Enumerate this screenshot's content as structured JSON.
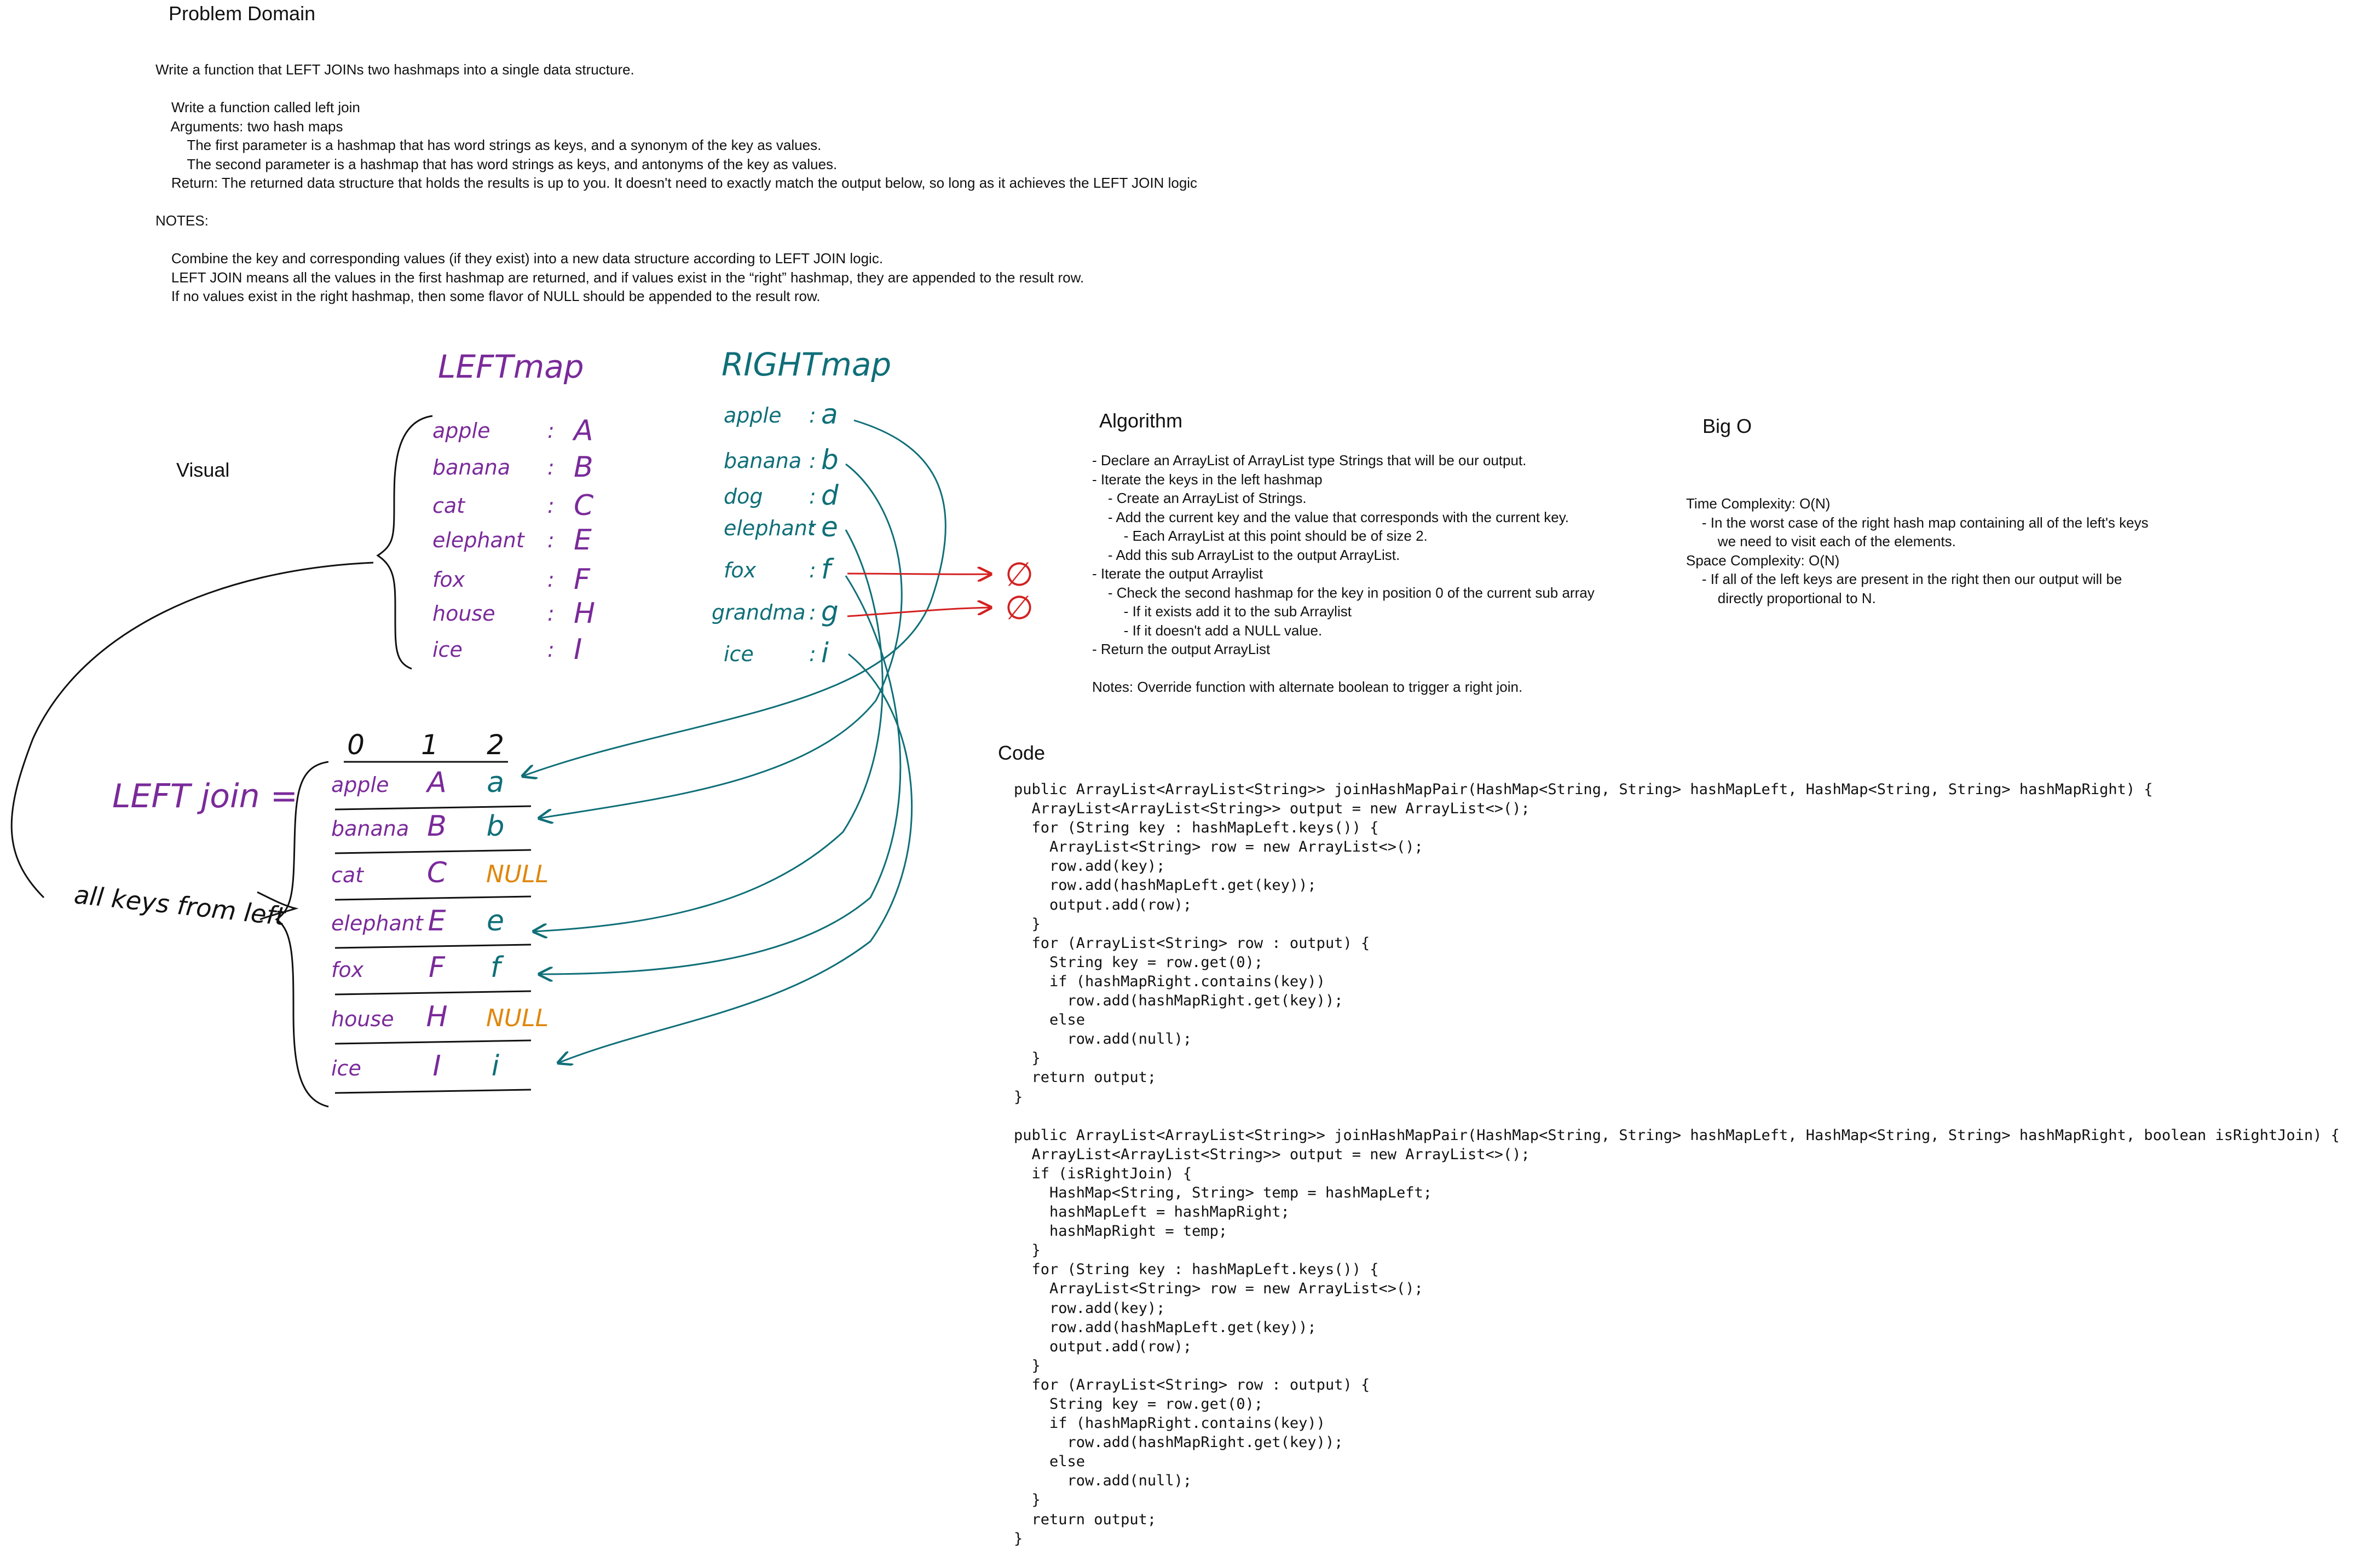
{
  "problem": {
    "heading": "Problem Domain",
    "lines": [
      "Write a function that LEFT JOINs two hashmaps into a single data structure.",
      "",
      "    Write a function called left join",
      "    Arguments: two hash maps",
      "        The first parameter is a hashmap that has word strings as keys, and a synonym of the key as values.",
      "        The second parameter is a hashmap that has word strings as keys, and antonyms of the key as values.",
      "    Return: The returned data structure that holds the results is up to you. It doesn't need to exactly match the output below, so long as it achieves the LEFT JOIN logic",
      "",
      "NOTES:",
      "",
      "    Combine the key and corresponding values (if they exist) into a new data structure according to LEFT JOIN logic.",
      "    LEFT JOIN means all the values in the first hashmap are returned, and if values exist in the “right” hashmap, they are appended to the result row.",
      "    If no values exist in the right hashmap, then some flavor of NULL should be appended to the result row."
    ]
  },
  "visual": {
    "heading": "Visual",
    "left_title": "LEFTmap",
    "right_title": "RIGHTmap",
    "left_map": [
      {
        "key": "apple",
        "value": "A"
      },
      {
        "key": "banana",
        "value": "B"
      },
      {
        "key": "cat",
        "value": "C"
      },
      {
        "key": "elephant",
        "value": "E"
      },
      {
        "key": "fox",
        "value": "F"
      },
      {
        "key": "house",
        "value": "H"
      },
      {
        "key": "ice",
        "value": "I"
      }
    ],
    "right_map": [
      {
        "key": "apple",
        "value": "a"
      },
      {
        "key": "banana",
        "value": "b"
      },
      {
        "key": "dog",
        "value": "d"
      },
      {
        "key": "elephant",
        "value": "e"
      },
      {
        "key": "fox",
        "value": "f"
      },
      {
        "key": "grandma",
        "value": "g"
      },
      {
        "key": "ice",
        "value": "i"
      }
    ],
    "null_symbol": "∅",
    "join_label": "LEFT join =",
    "all_keys_label": "all keys from left",
    "column_headers": [
      "0",
      "1",
      "2"
    ],
    "join_rows": [
      [
        "apple",
        "A",
        "a"
      ],
      [
        "banana",
        "B",
        "b"
      ],
      [
        "cat",
        "C",
        "NULL"
      ],
      [
        "elephant",
        "E",
        "e"
      ],
      [
        "fox",
        "F",
        "f"
      ],
      [
        "house",
        "H",
        "NULL"
      ],
      [
        "ice",
        "I",
        "i"
      ]
    ],
    "colors": {
      "purple": "#7a2a9a",
      "teal": "#0f6f78",
      "orange": "#e0870d",
      "red": "#d42020",
      "ink": "#111111"
    }
  },
  "algorithm": {
    "heading": "Algorithm",
    "lines": [
      "- Declare an ArrayList of ArrayList type Strings that will be our output.",
      "- Iterate the keys in the left hashmap",
      "    - Create an ArrayList of Strings.",
      "    - Add the current key and the value that corresponds with the current key.",
      "        - Each ArrayList at this point should be of size 2.",
      "    - Add this sub ArrayList to the output ArrayList.",
      "- Iterate the output Arraylist",
      "    - Check the second hashmap for the key in position 0 of the current sub array",
      "        - If it exists add it to the sub Arraylist",
      "        - If it doesn't add a NULL value.",
      "- Return the output ArrayList",
      "",
      "Notes: Override function with alternate boolean to trigger a right join."
    ]
  },
  "bigo": {
    "heading": "Big O",
    "lines": [
      "Time Complexity: O(N)",
      "    - In the worst case of the right hash map containing all of the left's keys",
      "        we need to visit each of the elements.",
      "Space Complexity: O(N)",
      "    - If all of the left keys are present in the right then our output will be",
      "        directly proportional to N."
    ]
  },
  "code": {
    "heading": "Code",
    "lines": [
      "public ArrayList<ArrayList<String>> joinHashMapPair(HashMap<String, String> hashMapLeft, HashMap<String, String> hashMapRight) {",
      "  ArrayList<ArrayList<String>> output = new ArrayList<>();",
      "  for (String key : hashMapLeft.keys()) {",
      "    ArrayList<String> row = new ArrayList<>();",
      "    row.add(key);",
      "    row.add(hashMapLeft.get(key));",
      "    output.add(row);",
      "  }",
      "  for (ArrayList<String> row : output) {",
      "    String key = row.get(0);",
      "    if (hashMapRight.contains(key))",
      "      row.add(hashMapRight.get(key));",
      "    else",
      "      row.add(null);",
      "  }",
      "  return output;",
      "}",
      "",
      "public ArrayList<ArrayList<String>> joinHashMapPair(HashMap<String, String> hashMapLeft, HashMap<String, String> hashMapRight, boolean isRightJoin) {",
      "  ArrayList<ArrayList<String>> output = new ArrayList<>();",
      "  if (isRightJoin) {",
      "    HashMap<String, String> temp = hashMapLeft;",
      "    hashMapLeft = hashMapRight;",
      "    hashMapRight = temp;",
      "  }",
      "  for (String key : hashMapLeft.keys()) {",
      "    ArrayList<String> row = new ArrayList<>();",
      "    row.add(key);",
      "    row.add(hashMapLeft.get(key));",
      "    output.add(row);",
      "  }",
      "  for (ArrayList<String> row : output) {",
      "    String key = row.get(0);",
      "    if (hashMapRight.contains(key))",
      "      row.add(hashMapRight.get(key));",
      "    else",
      "      row.add(null);",
      "  }",
      "  return output;",
      "}"
    ]
  }
}
